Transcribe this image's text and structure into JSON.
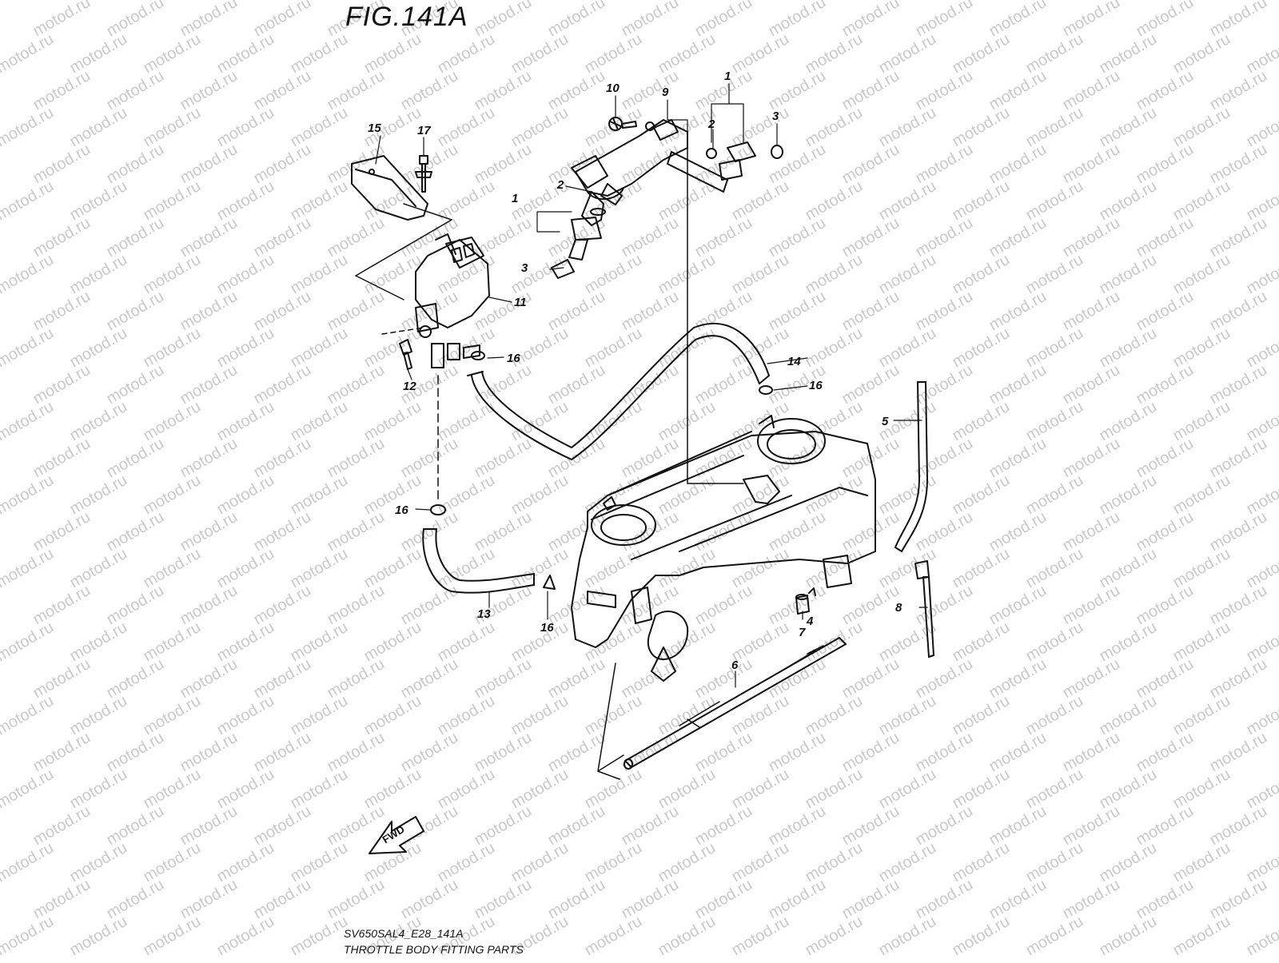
{
  "figure": {
    "title": "FIG.141A",
    "code": "SV650SAL4_E28_141A",
    "caption": "THROTTLE BODY FITTING PARTS"
  },
  "watermark": {
    "text": "motod.ru",
    "color": "#c9c9c9"
  },
  "fwd_label": "FWD",
  "callouts": [
    "1",
    "2",
    "3",
    "1",
    "2",
    "3",
    "9",
    "10",
    "15",
    "17",
    "11",
    "12",
    "16",
    "14",
    "16",
    "5",
    "16",
    "13",
    "16",
    "4",
    "7",
    "6",
    "8"
  ],
  "colors": {
    "line": "#111111",
    "background": "#ffffff"
  }
}
